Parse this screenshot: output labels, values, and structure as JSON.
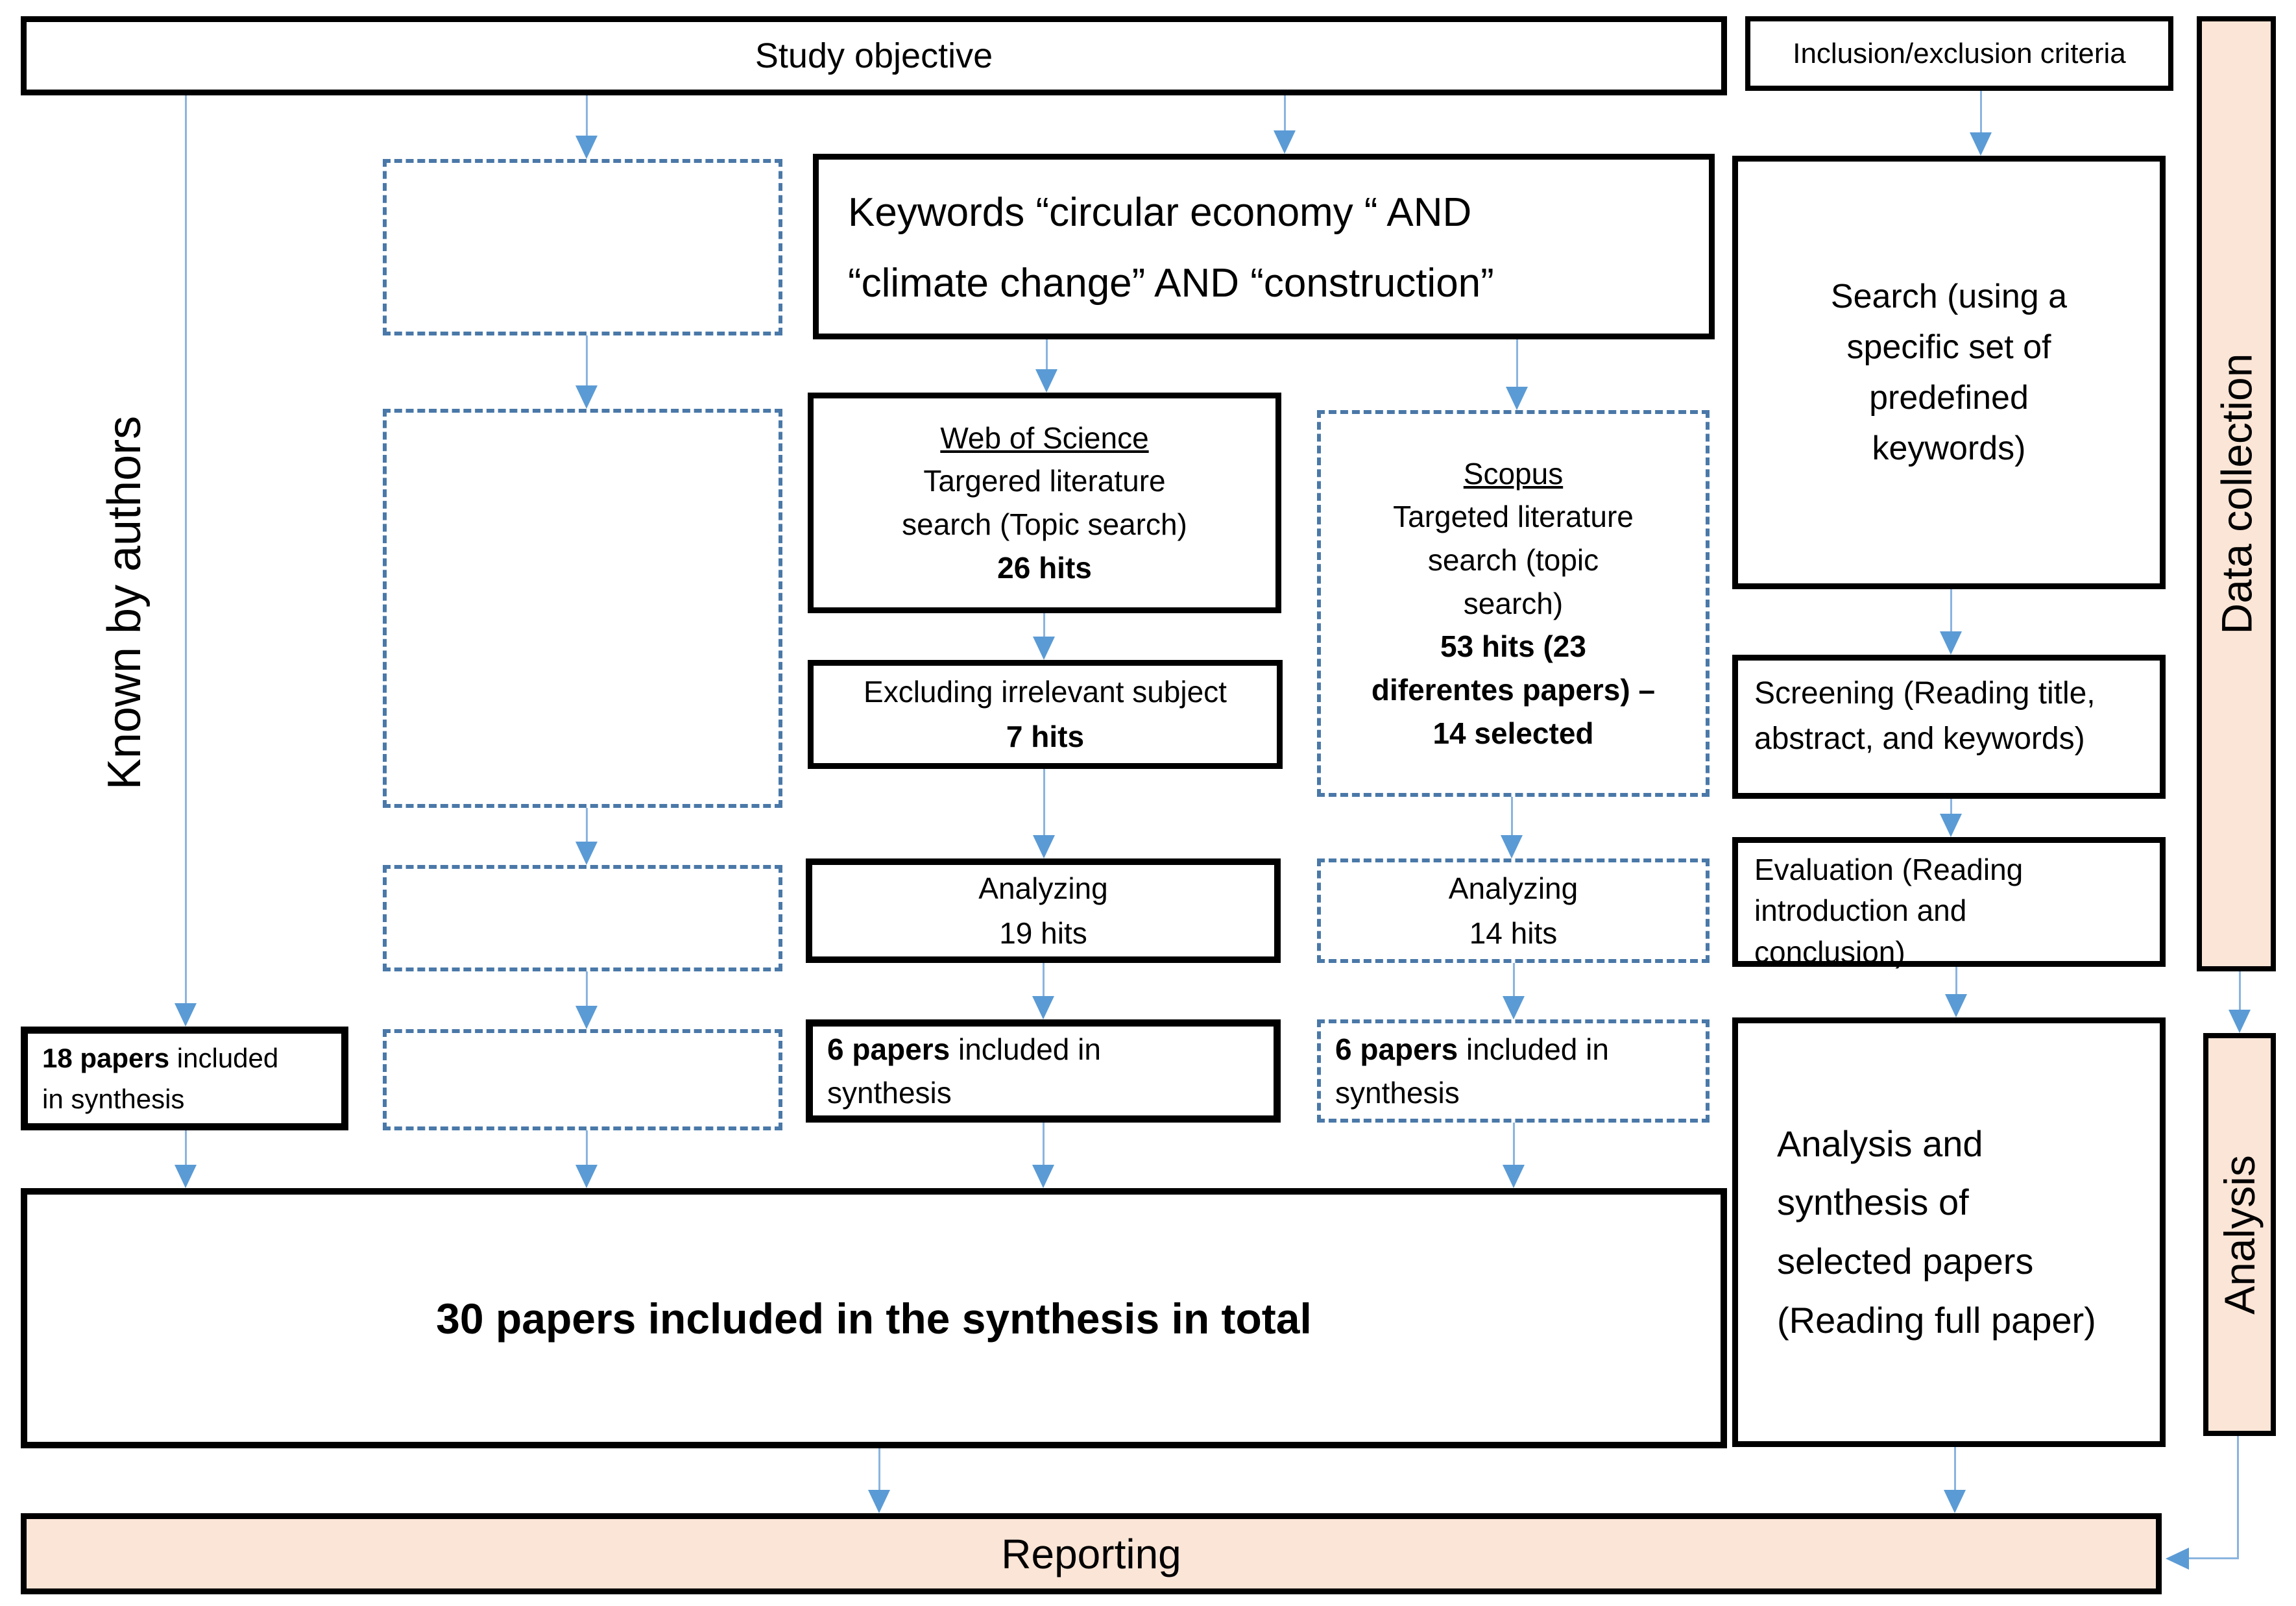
{
  "colors": {
    "peach_fill": "#fbe5d6",
    "dashed_border": "#4a78a8",
    "arrow_line": "#8ab4e0",
    "arrow_head": "#5b9bd5",
    "box_border": "#000000",
    "text": "#000000",
    "background": "#ffffff"
  },
  "top": {
    "study_objective": "Study objective",
    "inclusion_exclusion": "Inclusion/exclusion criteria"
  },
  "side_labels": {
    "known_by_authors": "Known by authors",
    "data_collection": "Data collection",
    "analysis": "Analysis"
  },
  "keywords_box": {
    "line1": "Keywords “circular economy “ AND",
    "line2": "“climate change” AND “construction”"
  },
  "wos_box": {
    "title": "Web of Science",
    "body_lines": [
      "Targered literature",
      "search (Topic search)"
    ],
    "hits": "26 hits"
  },
  "scopus_box": {
    "title": "Scopus",
    "body_lines": [
      "Targeted literature",
      "search (topic",
      "search)"
    ],
    "hits_lines": [
      "53 hits (23",
      "diferentes papers) –",
      "14 selected"
    ]
  },
  "excluding_box": {
    "body": "Excluding irrelevant subject",
    "hits": "7 hits"
  },
  "analyzing_wos": {
    "line1": "Analyzing",
    "line2": "19 hits"
  },
  "analyzing_scopus": {
    "line1": "Analyzing",
    "line2": "14 hits"
  },
  "papers18": {
    "bold": "18 papers",
    "rest1": " included",
    "line2": "in synthesis"
  },
  "papers6_wos": {
    "bold": "6 papers",
    "rest1": " included in",
    "line2": "synthesis"
  },
  "papers6_scopus": {
    "bold": "6 papers",
    "rest1": " included in",
    "line2": "synthesis"
  },
  "papers30": {
    "text": "30 papers included in the synthesis in total"
  },
  "right_column": {
    "search_lines": [
      "Search (using a",
      "specific set of",
      "predefined",
      "keywords)"
    ],
    "screening_lines": [
      "Screening (Reading title,",
      "abstract, and keywords)"
    ],
    "evaluation_lines": [
      "Evaluation (Reading",
      "introduction and"
    ],
    "evaluation_underlined": "conclusion",
    "evaluation_post": ")",
    "analysis_synthesis_lines": [
      "Analysis and",
      "synthesis of",
      "selected papers",
      "(Reading full paper)"
    ]
  },
  "reporting": "Reporting"
}
